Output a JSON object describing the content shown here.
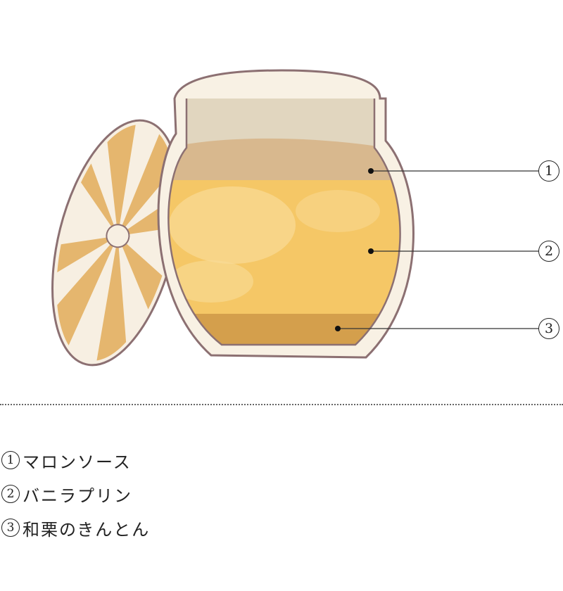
{
  "callouts": [
    "1",
    "2",
    "3"
  ],
  "legend": [
    {
      "num": "1",
      "label": "マロンソース"
    },
    {
      "num": "2",
      "label": "バニラプリン"
    },
    {
      "num": "3",
      "label": "和栗のきんとん"
    }
  ],
  "colors": {
    "outline": "#8c7072",
    "cream": "#f8f1e4",
    "lid_space": "#e1d6bf",
    "marron": "#d8b88e",
    "pudding": "#f5c766",
    "pudding_light": "#f9dc97",
    "kinton": "#d49f4c",
    "lid_orange": "#e5b66e"
  }
}
